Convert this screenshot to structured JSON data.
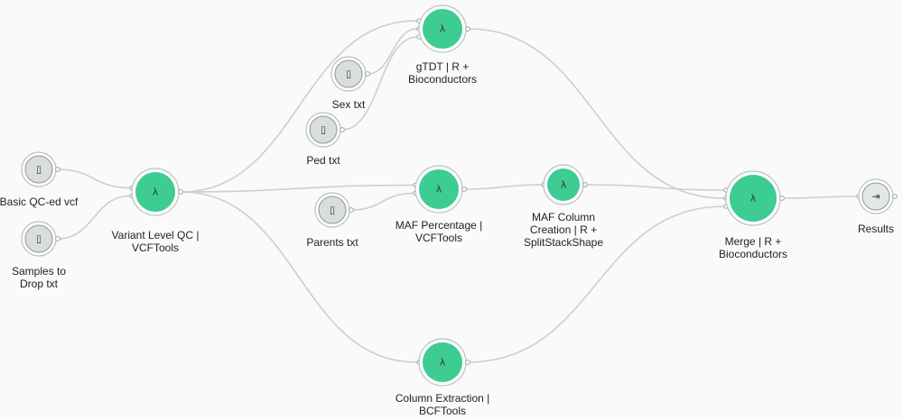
{
  "colors": {
    "tool": "#3dcc92",
    "input": "#d9dedc",
    "edge": "#c7d1cd",
    "background": "#fafafa"
  },
  "nodes": {
    "basic_qc_vcf": {
      "kind": "input",
      "icon": "file-icon",
      "label": [
        "Basic QC-ed vcf"
      ]
    },
    "samples_to_drop": {
      "kind": "input",
      "icon": "file-icon",
      "label": [
        "Samples to",
        "Drop txt"
      ]
    },
    "variant_level_qc": {
      "kind": "tool",
      "icon": "lambda-icon",
      "label": [
        "Variant Level QC |",
        "VCFTools"
      ]
    },
    "sex_txt": {
      "kind": "input",
      "icon": "file-icon",
      "label": [
        "Sex txt"
      ]
    },
    "ped_txt": {
      "kind": "input",
      "icon": "file-icon",
      "label": [
        "Ped txt"
      ]
    },
    "gtdt": {
      "kind": "tool",
      "icon": "lambda-icon",
      "label": [
        "gTDT | R +",
        "Bioconductors"
      ]
    },
    "parents_txt": {
      "kind": "input",
      "icon": "file-icon",
      "label": [
        "Parents txt"
      ]
    },
    "maf_percentage": {
      "kind": "tool",
      "icon": "lambda-icon",
      "label": [
        "MAF Percentage |",
        "VCFTools"
      ]
    },
    "maf_column_creation": {
      "kind": "tool",
      "icon": "lambda-icon",
      "label": [
        "MAF Column",
        "Creation | R +",
        "SplitStackShape"
      ]
    },
    "column_extraction": {
      "kind": "tool",
      "icon": "lambda-icon",
      "label": [
        "Column Extraction |",
        "BCFTools"
      ]
    },
    "merge": {
      "kind": "tool",
      "icon": "lambda-icon",
      "label": [
        "Merge | R +",
        "Bioconductors"
      ]
    },
    "results": {
      "kind": "output",
      "icon": "output-icon",
      "label": [
        "Results"
      ]
    }
  },
  "edges": [
    [
      "basic_qc_vcf",
      "variant_level_qc"
    ],
    [
      "samples_to_drop",
      "variant_level_qc"
    ],
    [
      "variant_level_qc",
      "gtdt"
    ],
    [
      "sex_txt",
      "gtdt"
    ],
    [
      "ped_txt",
      "gtdt"
    ],
    [
      "variant_level_qc",
      "maf_percentage"
    ],
    [
      "parents_txt",
      "maf_percentage"
    ],
    [
      "maf_percentage",
      "maf_column_creation"
    ],
    [
      "maf_column_creation",
      "merge"
    ],
    [
      "gtdt",
      "merge"
    ],
    [
      "variant_level_qc",
      "column_extraction"
    ],
    [
      "column_extraction",
      "merge"
    ],
    [
      "merge",
      "results"
    ]
  ]
}
